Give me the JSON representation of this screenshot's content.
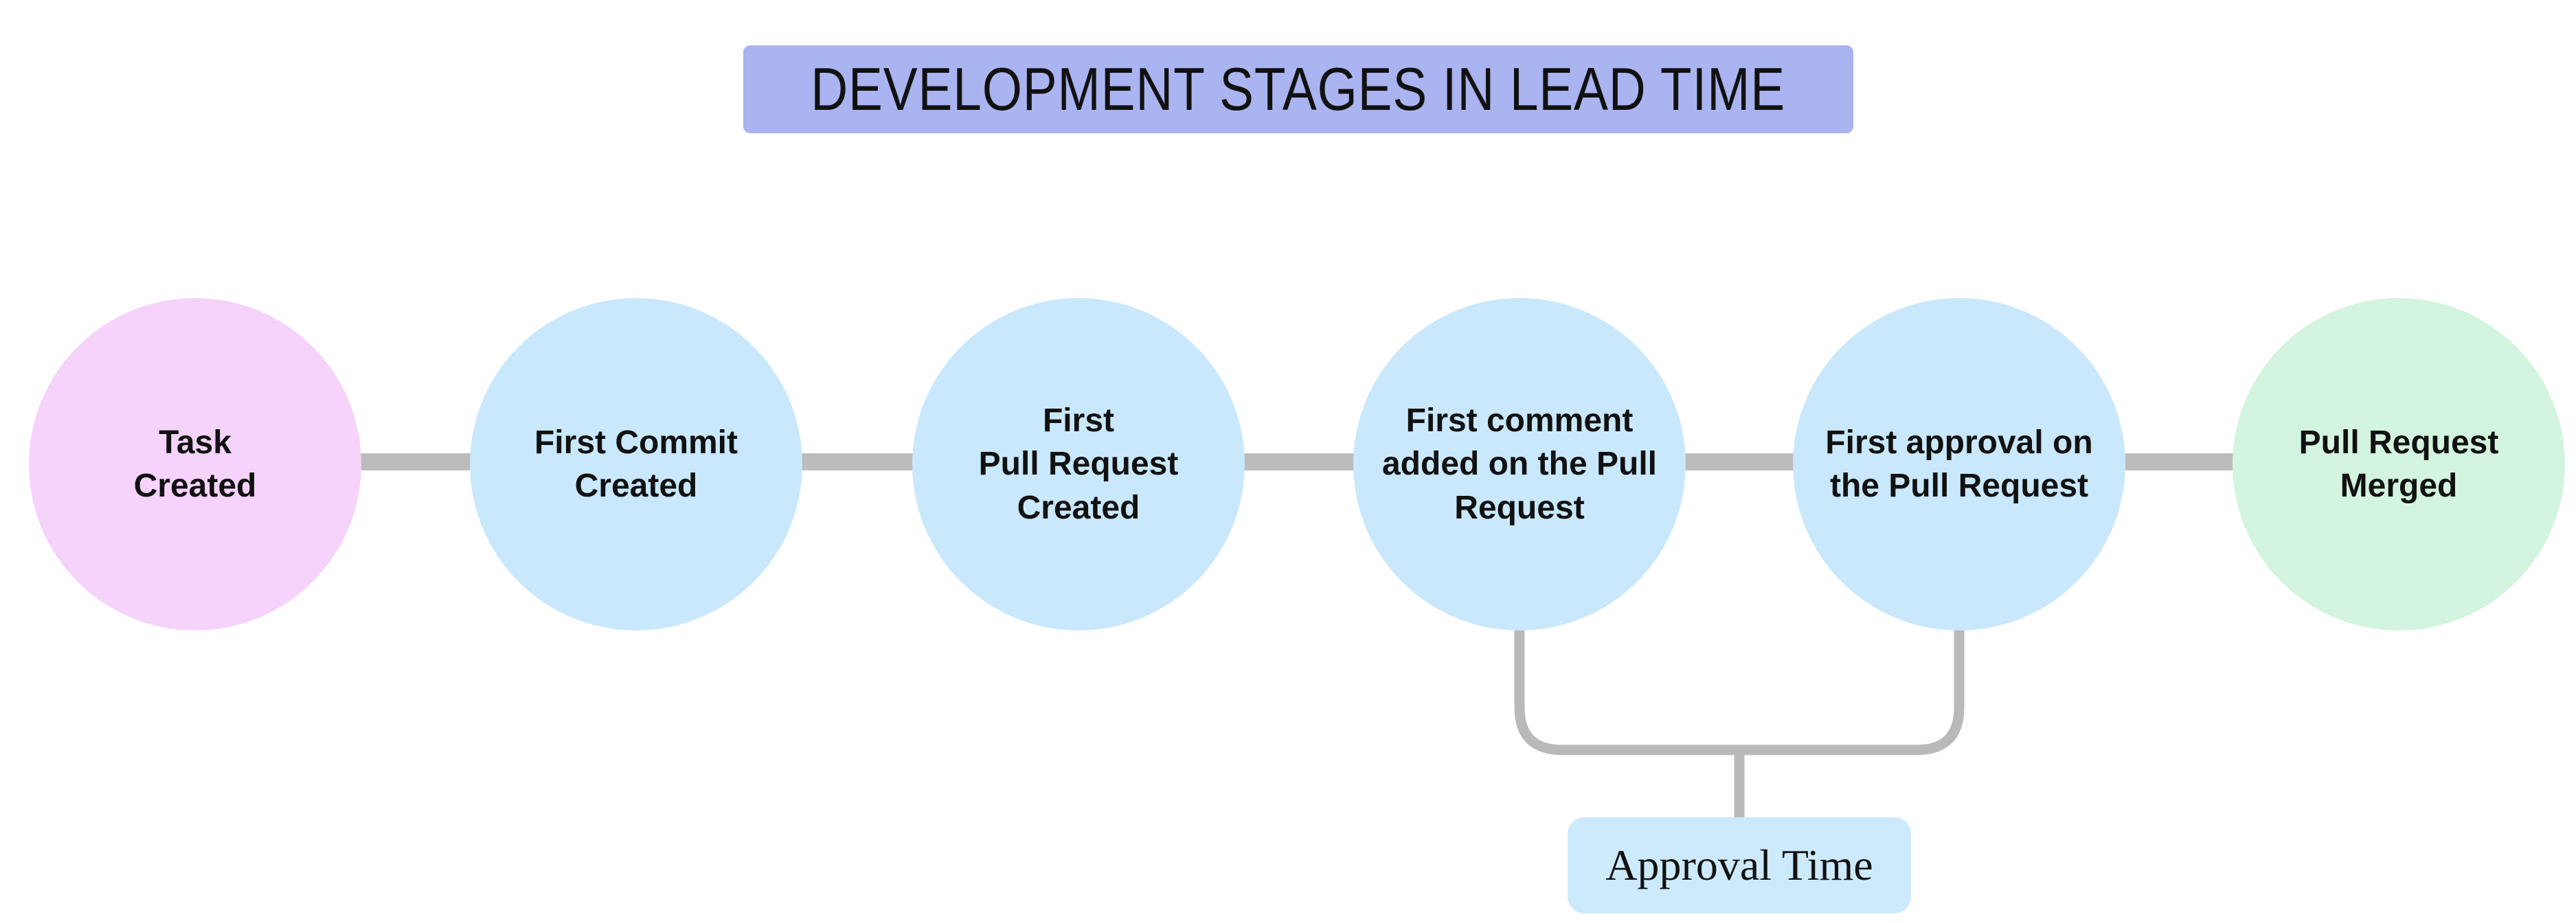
{
  "title": {
    "text": "DEVELOPMENT STAGES IN LEAD TIME",
    "background": "#aab4f0"
  },
  "stages": [
    {
      "label": "Task\nCreated",
      "role": "start",
      "color": "#f5d3fa"
    },
    {
      "label": "First Commit\nCreated",
      "role": "stage",
      "color": "#c9e8fc"
    },
    {
      "label": "First\nPull Request\nCreated",
      "role": "stage",
      "color": "#c9e8fc"
    },
    {
      "label": "First comment\nadded on the Pull\nRequest",
      "role": "stage",
      "color": "#c9e8fc"
    },
    {
      "label": "First approval on\nthe Pull Request",
      "role": "stage",
      "color": "#c9e8fc"
    },
    {
      "label": "Pull Request\nMerged",
      "role": "end",
      "color": "#d3f4de"
    }
  ],
  "annotation": {
    "label": "Approval Time",
    "background": "#cdeafd",
    "spans_from_stage": "First comment added on the Pull Request",
    "spans_to_stage": "First approval on the Pull Request"
  },
  "colors": {
    "page_background": "#ffffff",
    "connector": "#bcbcbc",
    "bracket": "#b9b9b9",
    "text": "#111111"
  }
}
